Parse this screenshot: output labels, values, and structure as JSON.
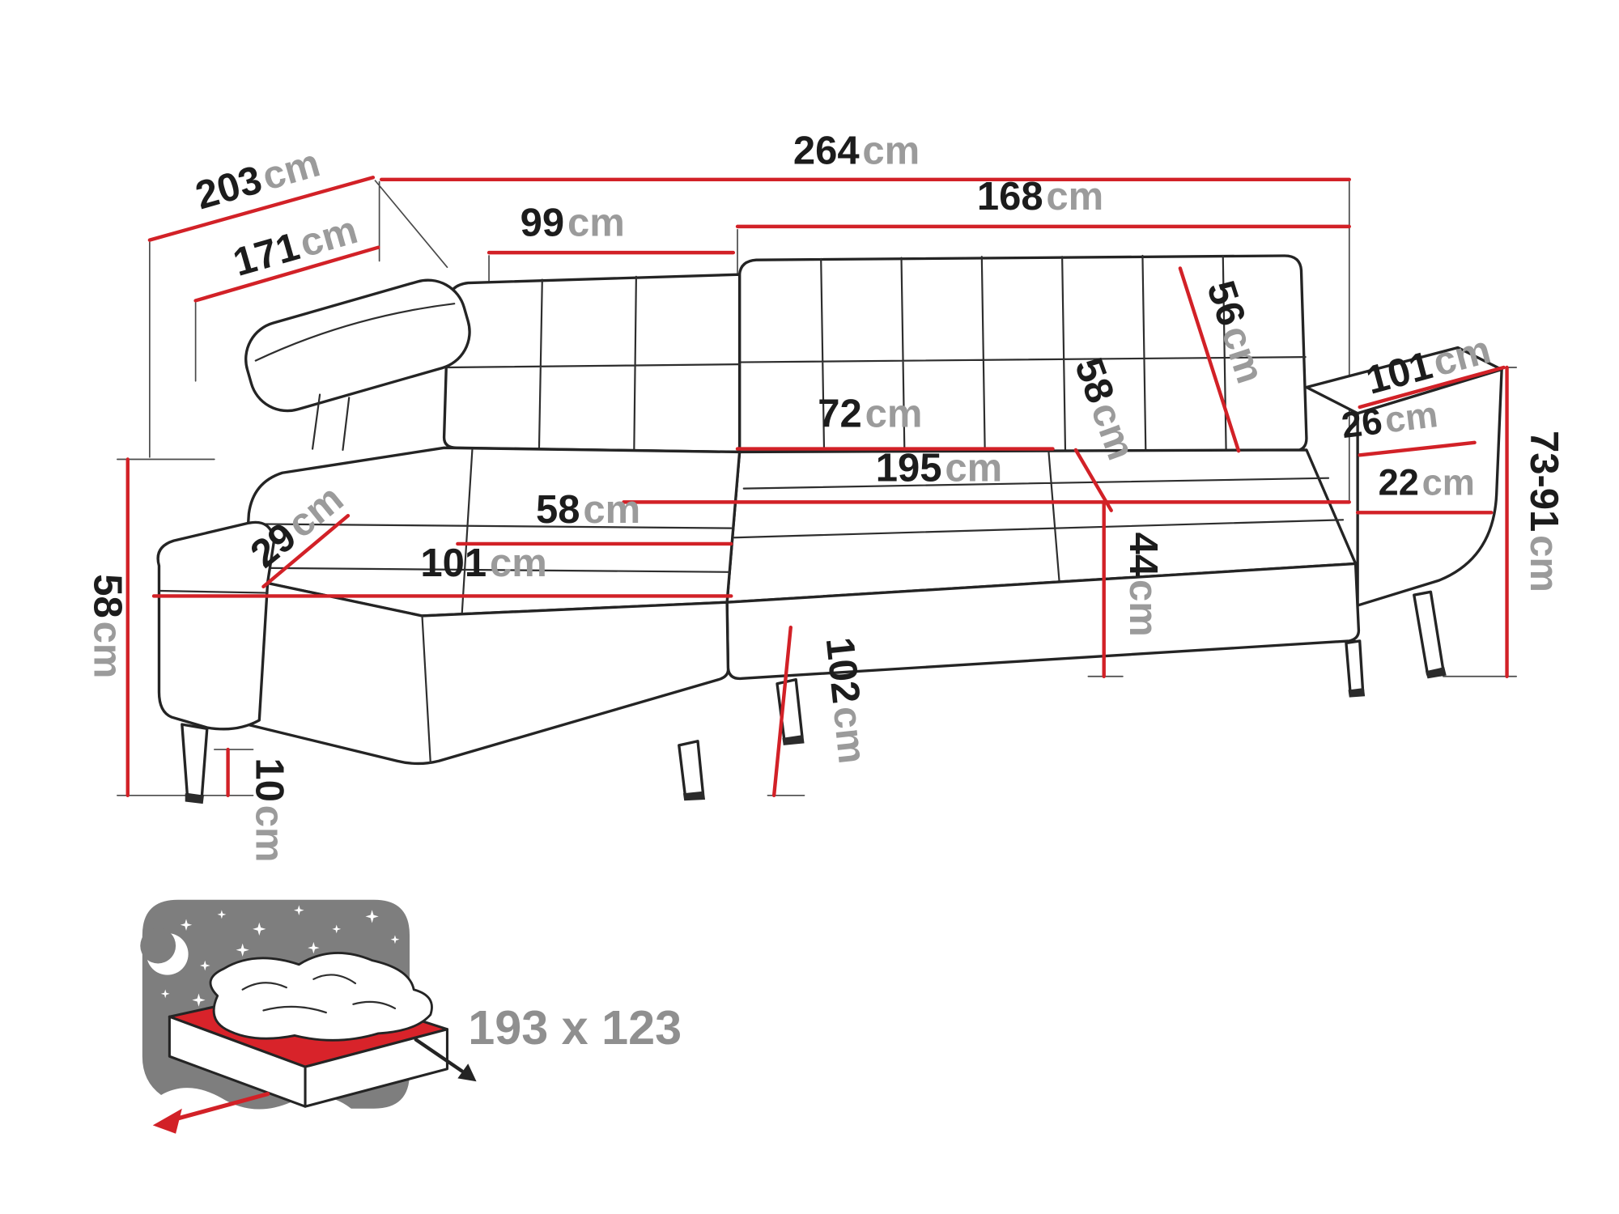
{
  "dims": {
    "overall_width": {
      "value": "264",
      "unit": "cm"
    },
    "depth_total": {
      "value": "203",
      "unit": "cm"
    },
    "depth_inner": {
      "value": "171",
      "unit": "cm"
    },
    "back_left_width": {
      "value": "99",
      "unit": "cm"
    },
    "back_right_width": {
      "value": "168",
      "unit": "cm"
    },
    "backrest_height": {
      "value": "56",
      "unit": "cm"
    },
    "armrest_length": {
      "value": "101",
      "unit": "cm"
    },
    "armrest_top_width": {
      "value": "26",
      "unit": "cm"
    },
    "total_height": {
      "value": "73-91",
      "unit": "cm"
    },
    "seat_depth": {
      "value": "72",
      "unit": "cm"
    },
    "seat_depth_back": {
      "value": "58",
      "unit": "cm"
    },
    "seat_width": {
      "value": "195",
      "unit": "cm"
    },
    "armrest_width": {
      "value": "22",
      "unit": "cm"
    },
    "chaise_seat_width": {
      "value": "58",
      "unit": "cm"
    },
    "left_armrest_width": {
      "value": "29",
      "unit": "cm"
    },
    "chaise_length": {
      "value": "101",
      "unit": "cm"
    },
    "seat_height": {
      "value": "44",
      "unit": "cm"
    },
    "side_height": {
      "value": "58",
      "unit": "cm"
    },
    "leg_height": {
      "value": "10",
      "unit": "cm"
    },
    "chaise_depth": {
      "value": "102",
      "unit": "cm"
    }
  },
  "bed": {
    "size_label": "193 x 123"
  },
  "colors": {
    "dimension_red": "#d22127",
    "mattress_red": "#d8232a",
    "unit_grey": "#9b9b9b",
    "icon_grey": "#7e7e7e",
    "text_black": "#1c1c1c"
  }
}
